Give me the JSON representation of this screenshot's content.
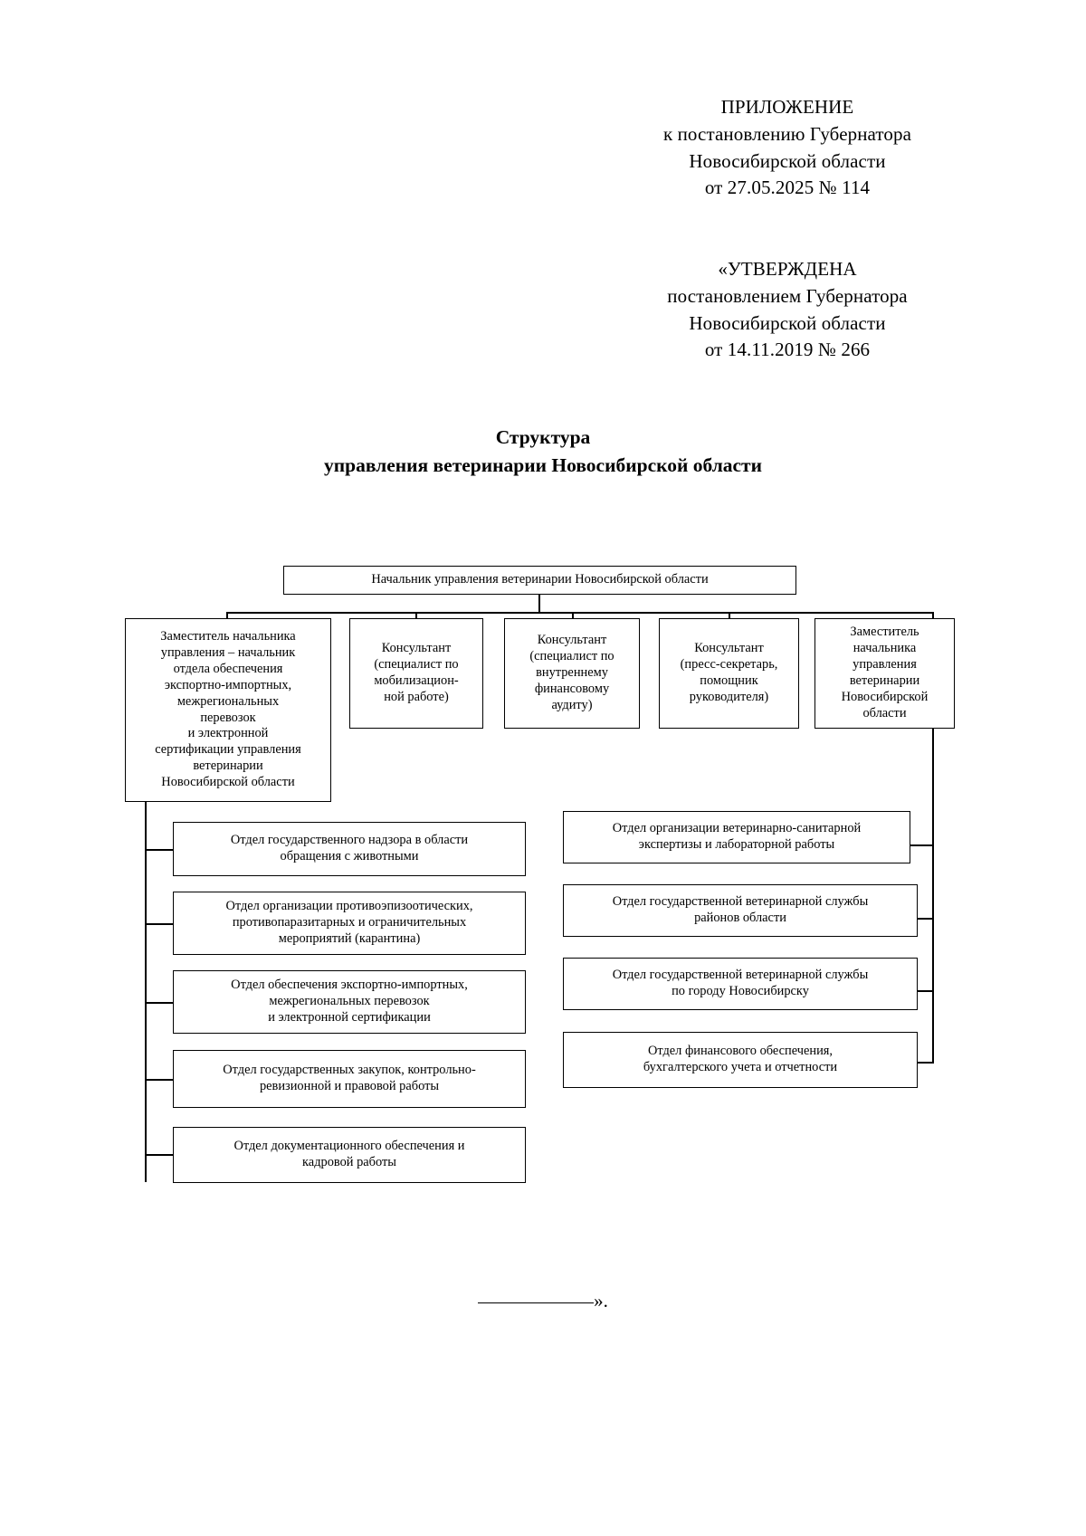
{
  "document": {
    "appendix": {
      "lines": [
        "ПРИЛОЖЕНИЕ",
        "к постановлению Губернатора",
        "Новосибирской области",
        "от 27.05.2025  № 114"
      ]
    },
    "approved": {
      "lines": [
        "«УТВЕРЖДЕНА",
        "постановлением Губернатора",
        "Новосибирской области",
        "от 14.11.2019 № 266"
      ]
    },
    "title": {
      "line1": "Структура",
      "line2": "управления ветеринарии Новосибирской области"
    },
    "footer": {
      "closing_quote": "»."
    }
  },
  "chart_data": {
    "type": "diagram",
    "diagram_kind": "organizational-chart",
    "title": "Структура управления ветеринарии Новосибирской области",
    "nodes": [
      {
        "id": "head",
        "label": "Начальник  управления ветеринарии Новосибирской области",
        "level": 0
      },
      {
        "id": "deputy-export",
        "label": "Заместитель начальника\nуправления – начальник\nотдела обеспечения\nэкспортно-импортных,\nмежрегиональных\nперевозок\nи электронной\nсертификации управления\nветеринарии\nНовосибирской области",
        "level": 1
      },
      {
        "id": "consultant-mobilization",
        "label": "Консультант\n(специалист по\nмобилизацион-\nной работе)",
        "level": 1
      },
      {
        "id": "consultant-audit",
        "label": "Консультант\n(специалист по\nвнутреннему\nфинансовому\nаудиту)",
        "level": 1
      },
      {
        "id": "consultant-press",
        "label": "Консультант\n(пресс-секретарь,\nпомощник\nруководителя)",
        "level": 1
      },
      {
        "id": "deputy-head",
        "label": "Заместитель\nначальника\nуправления\nветеринарии\nНовосибирской\nобласти",
        "level": 1
      },
      {
        "id": "dept-animal-supervision",
        "label": "Отдел государственного надзора в области\nобращения с животными",
        "level": 2,
        "parent": "deputy-export"
      },
      {
        "id": "dept-antiepizootic",
        "label": "Отдел организации противоэпизоотических,\nпротивопаразитарных и ограничительных\nмероприятий (карантина)",
        "level": 2,
        "parent": "deputy-export"
      },
      {
        "id": "dept-export-import",
        "label": "Отдел обеспечения экспортно-импортных,\nмежрегиональных перевозок\nи электронной сертификации",
        "level": 2,
        "parent": "deputy-export"
      },
      {
        "id": "dept-procurement",
        "label": "Отдел государственных закупок, контрольно-\nревизионной и правовой работы",
        "level": 2,
        "parent": "deputy-export"
      },
      {
        "id": "dept-documentation",
        "label": "Отдел документационного обеспечения и\nкадровой работы",
        "level": 2,
        "parent": "deputy-export"
      },
      {
        "id": "dept-sanitary-expertise",
        "label": "Отдел организации ветеринарно-санитарной\nэкспертизы и лабораторной работы",
        "level": 2,
        "parent": "deputy-head"
      },
      {
        "id": "dept-regions-service",
        "label": "Отдел государственной ветеринарной службы\nрайонов области",
        "level": 2,
        "parent": "deputy-head"
      },
      {
        "id": "dept-city-service",
        "label": "Отдел государственной ветеринарной службы\nпо городу Новосибирску",
        "level": 2,
        "parent": "deputy-head"
      },
      {
        "id": "dept-finance",
        "label": "Отдел финансового обеспечения,\nбухгалтерского учета и отчетности",
        "level": 2,
        "parent": "deputy-head"
      }
    ]
  }
}
